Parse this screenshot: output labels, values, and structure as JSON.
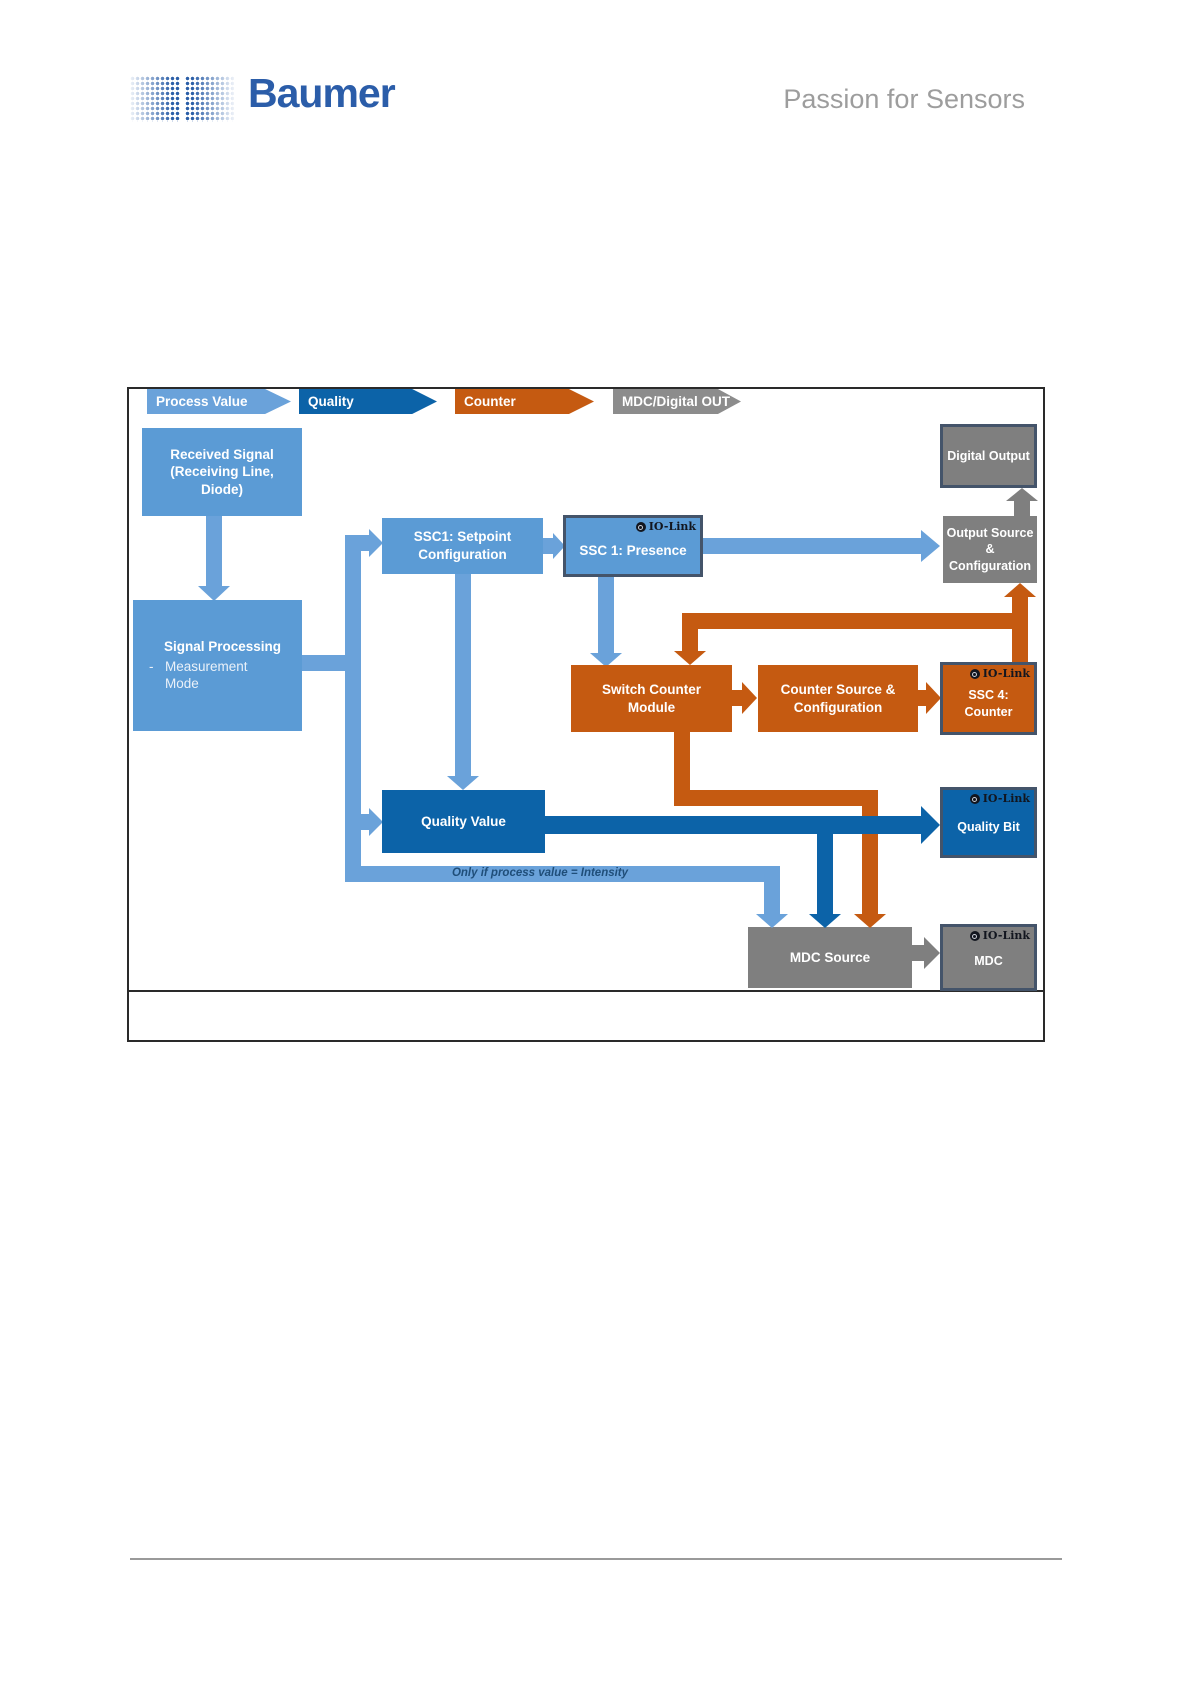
{
  "header": {
    "brand": "Baumer",
    "tagline": "Passion for Sensors"
  },
  "legend": {
    "items": [
      {
        "label": "Process Value",
        "color": "#6aa2da"
      },
      {
        "label": "Quality",
        "color": "#0c63a8"
      },
      {
        "label": "Counter",
        "color": "#c55a11"
      },
      {
        "label": "MDC/Digital OUT",
        "color": "#8c8c8c"
      }
    ]
  },
  "boxes": {
    "received_signal": {
      "label": "Received Signal (Receiving Line, Diode)"
    },
    "signal_processing": {
      "title": "Signal Processing",
      "bullet_dash": "-",
      "bullet_text": "Measurement Mode"
    },
    "ssc1_setpoint": {
      "label": "SSC1: Setpoint Configuration"
    },
    "ssc1_presence": {
      "label": "SSC 1: Presence",
      "badge": "IO-Link"
    },
    "digital_output": {
      "label": "Digital Output"
    },
    "output_source": {
      "label": "Output Source & Configuration"
    },
    "switch_counter": {
      "label": "Switch Counter Module"
    },
    "counter_source": {
      "label": "Counter Source & Configuration"
    },
    "ssc4_counter": {
      "label": "SSC 4: Counter",
      "badge": "IO-Link"
    },
    "quality_value": {
      "label": "Quality Value"
    },
    "quality_bit": {
      "label": "Quality Bit",
      "badge": "IO-Link"
    },
    "mdc_source": {
      "label": "MDC Source"
    },
    "mdc": {
      "label": "MDC",
      "badge": "IO-Link"
    }
  },
  "annotation": "Only if process value = Intensity",
  "colors": {
    "process_value_arrow": "#6aa2da",
    "light_blue_box": "#5b9bd5",
    "quality_blue": "#0c63a8",
    "counter_orange": "#c55a11",
    "mdc_gray": "#7f7f7f",
    "iolink_border": "#44546a"
  }
}
